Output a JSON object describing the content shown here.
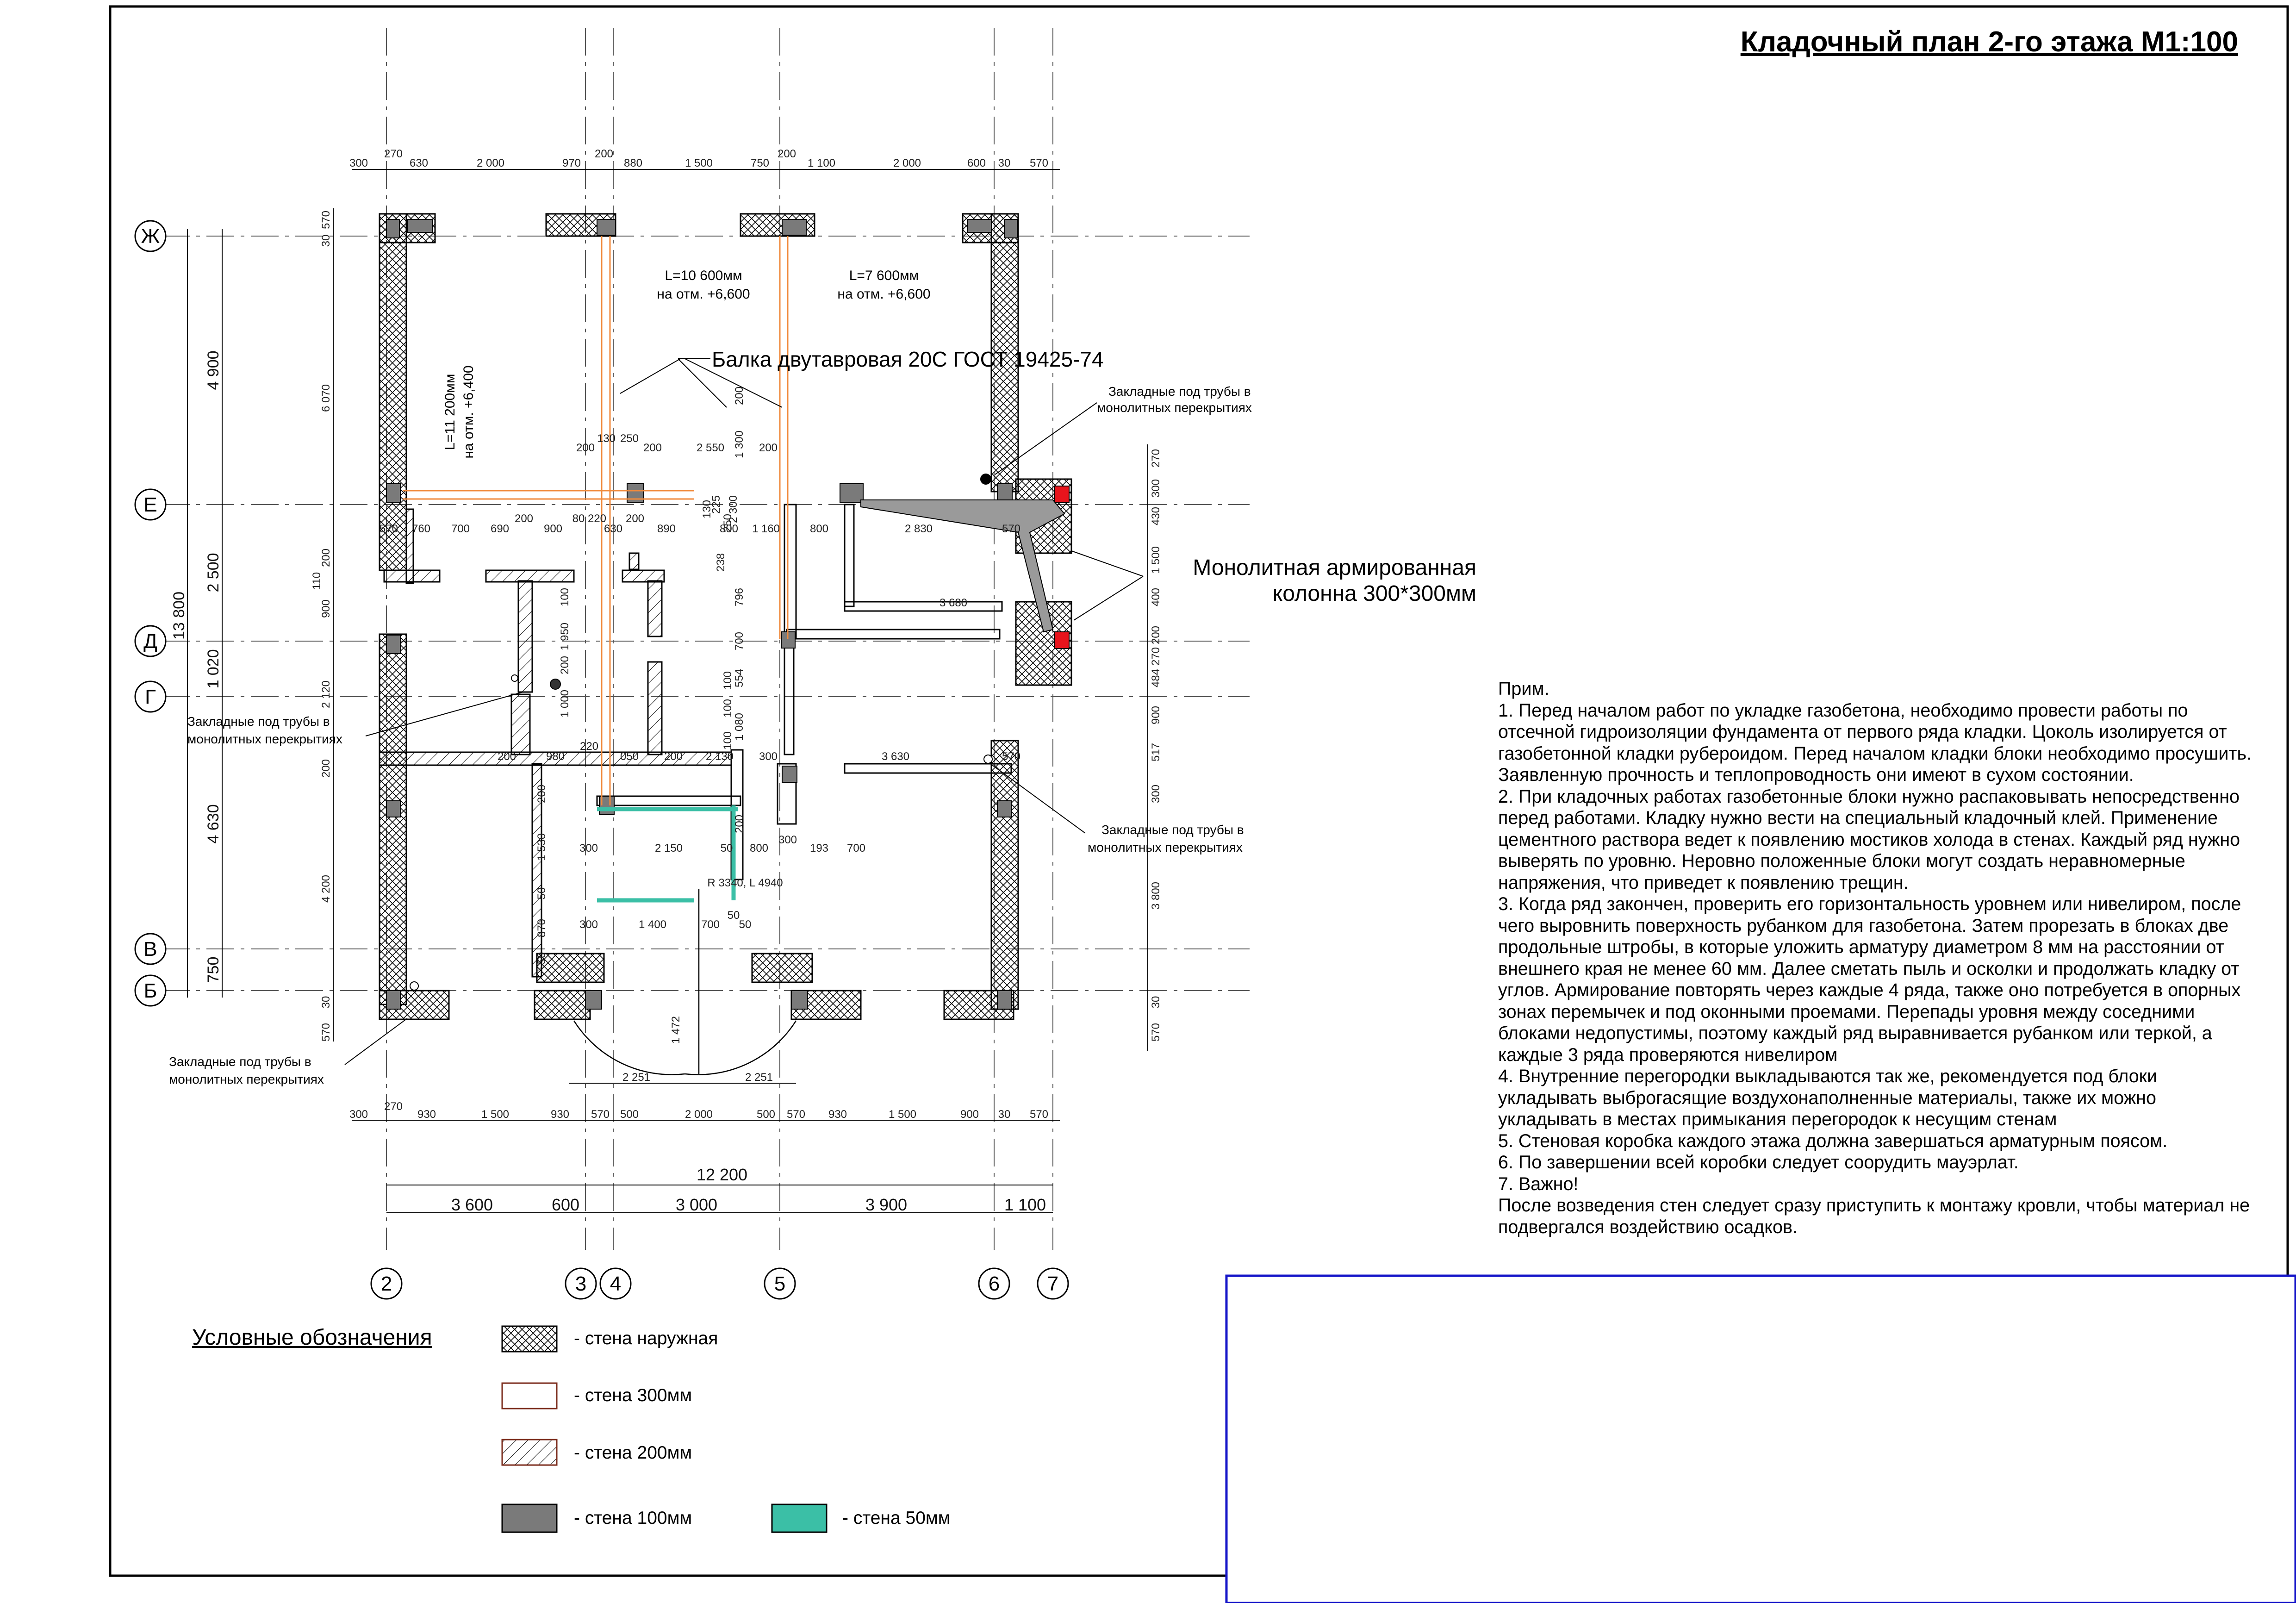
{
  "title": "Кладочный план 2-го этажа   М1:100",
  "axes": {
    "rows": [
      "Ж",
      "Е",
      "Д",
      "Г",
      "В",
      "Б"
    ],
    "cols": [
      "2",
      "3",
      "4",
      "5",
      "6",
      "7"
    ]
  },
  "dims": {
    "top_upper": [
      "270",
      "200",
      "200"
    ],
    "top_lower": [
      "300",
      "630",
      "2 000",
      "970",
      "880",
      "1 500",
      "750",
      "1 100",
      "2 000",
      "600",
      "30",
      "570"
    ],
    "bottom_upper": [
      "270"
    ],
    "bottom_lower": [
      "300",
      "930",
      "1 500",
      "930",
      "570",
      "500",
      "2 000",
      "500",
      "570",
      "930",
      "1 500",
      "900",
      "30",
      "570"
    ],
    "overall": "12 200",
    "bays": [
      "3 600",
      "600",
      "3 000",
      "3 900",
      "1 100"
    ],
    "left_outer": "13 800",
    "left_segments": [
      "4 900",
      "2 500",
      "1 020",
      "4 630",
      "750"
    ],
    "left_inner": [
      "30",
      "570",
      "6 070",
      "200",
      "110",
      "900",
      "2 120",
      "200",
      "4 200",
      "30",
      "570"
    ],
    "right_inner": [
      "270",
      "300",
      "430",
      "1 500",
      "400",
      "200",
      "270",
      "484",
      "900",
      "517",
      "300",
      "3 800",
      "30",
      "570"
    ],
    "row_e": [
      "570",
      "760",
      "700",
      "690",
      "200",
      "900",
      "80",
      "220",
      "200",
      "630",
      "890",
      "800",
      "1 160",
      "800",
      "2 830",
      "570"
    ],
    "row_e_top": [
      "200",
      "130",
      "250",
      "200",
      "2 550",
      "200"
    ],
    "row_g": [
      "200",
      "980",
      "220",
      "050",
      "200",
      "2 130",
      "300",
      "3 630",
      "570"
    ],
    "mid_misc": [
      "3 680",
      "1 950",
      "100",
      "1 000",
      "200",
      "238",
      "796",
      "700",
      "100",
      "554",
      "100",
      "1 080",
      "100",
      "2 300",
      "200",
      "1 300",
      "130",
      "225",
      "250"
    ],
    "inner_bottom": [
      "200",
      "1 530",
      "300",
      "2 150",
      "50",
      "800",
      "300",
      "193",
      "700",
      "50",
      "1 400",
      "700",
      "50",
      "50",
      "870",
      "50",
      "300",
      "1 472",
      "200"
    ],
    "door": [
      "2 251",
      "2 251"
    ],
    "radius": "R 3340, L 4940"
  },
  "annotations": {
    "beam1": "L=10 600мм\nна отм. +6,600",
    "beam1_a": "L=10 600мм",
    "beam1_b": "на отм. +6,600",
    "beam2_a": "L=7 600мм",
    "beam2_b": "на отм. +6,600",
    "beam3_a": "L=11 200мм",
    "beam3_b": "на отм. +6,400",
    "beam_label": "Балка двутавровая 20С ГОСТ 19425-74",
    "column_label_a": "Монолитная армированная",
    "column_label_b": "колонна 300*300мм",
    "embed_a": "Закладные под трубы в",
    "embed_b": "монолитных перекрытиях"
  },
  "notes": [
    "Прим.",
    "1. Перед началом работ по укладке газобетона, необходимо провести работы по отсечной гидроизоляции фундамента от первого ряда кладки. Цоколь изолируется от газобетонной кладки рубероидом. Перед началом кладки блоки необходимо просушить. Заявленную прочность и теплопроводность они имеют в сухом состоянии.",
    "2. При кладочных работах газобетонные блоки нужно распаковывать непосредственно перед работами. Кладку нужно вести на специальный кладочный клей. Применение цементного раствора ведет к появлению мостиков холода в стенах. Каждый ряд нужно выверять по уровню. Неровно положенные блоки могут создать неравномерные напряжения, что приведет к появлению трещин.",
    "3. Когда ряд закончен, проверить его горизонтальность уровнем или нивелиром, после чего выровнить поверхность рубанком для газобетона. Затем прорезать в блоках две продольные штробы, в которые уложить арматуру диаметром 8 мм на расстоянии от внешнего края не менее 60 мм. Далее сметать пыль и осколки и продолжать кладку от углов. Армирование повторять через каждые 4 ряда, также оно потребуется в опорных зонах перемычек и под оконными проемами. Перепады уровня между соседними блоками недопустимы, поэтому каждый ряд выравнивается рубанком или теркой, а каждые 3 ряда проверяются нивелиром",
    "4. Внутренние перегородки выкладываются так же, рекомендуется под блоки укладывать выброгасящие воздухонаполненные материалы, также их можно укладывать в местах примыкания перегородок к несущим стенам",
    "5. Стеновая коробка каждого этажа должна завершаться арматурным поясом.",
    "6. По завершении всей коробки следует соорудить мауэрлат.",
    "7. Важно!",
    "После возведения стен следует сразу приступить к монтажу кровли, чтобы материал не подвергался воздействию осадков."
  ],
  "legend": {
    "title": "Условные обозначения",
    "items": [
      "- стена наружная",
      "- стена 300мм",
      "- стена 200мм",
      "- стена 100мм",
      "- стена 50мм"
    ]
  },
  "colors": {
    "beam": "#f08a3c",
    "column": "#e8141c",
    "wall100": "#7a7a7a",
    "wall50": "#3bbfa6",
    "stamp_border": "#1414c8"
  }
}
